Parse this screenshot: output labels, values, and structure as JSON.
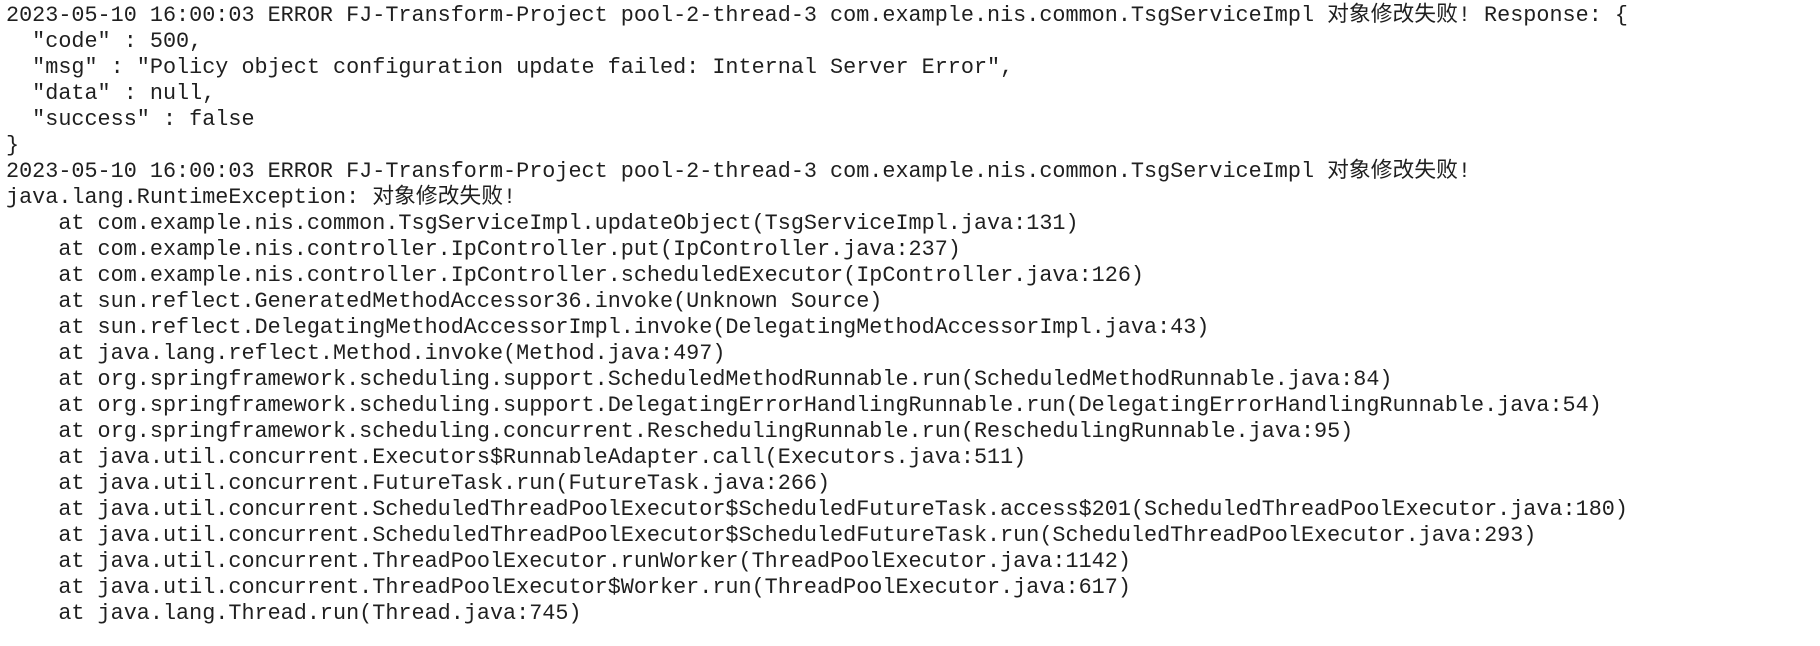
{
  "log_lines": [
    "2023-05-10 16:00:03 ERROR FJ-Transform-Project pool-2-thread-3 com.example.nis.common.TsgServiceImpl 对象修改失败! Response: {",
    "  \"code\" : 500,",
    "  \"msg\" : \"Policy object configuration update failed: Internal Server Error\",",
    "  \"data\" : null,",
    "  \"success\" : false",
    "}",
    "2023-05-10 16:00:03 ERROR FJ-Transform-Project pool-2-thread-3 com.example.nis.common.TsgServiceImpl 对象修改失败!",
    "java.lang.RuntimeException: 对象修改失败!",
    "    at com.example.nis.common.TsgServiceImpl.updateObject(TsgServiceImpl.java:131)",
    "    at com.example.nis.controller.IpController.put(IpController.java:237)",
    "    at com.example.nis.controller.IpController.scheduledExecutor(IpController.java:126)",
    "    at sun.reflect.GeneratedMethodAccessor36.invoke(Unknown Source)",
    "    at sun.reflect.DelegatingMethodAccessorImpl.invoke(DelegatingMethodAccessorImpl.java:43)",
    "    at java.lang.reflect.Method.invoke(Method.java:497)",
    "    at org.springframework.scheduling.support.ScheduledMethodRunnable.run(ScheduledMethodRunnable.java:84)",
    "    at org.springframework.scheduling.support.DelegatingErrorHandlingRunnable.run(DelegatingErrorHandlingRunnable.java:54)",
    "    at org.springframework.scheduling.concurrent.ReschedulingRunnable.run(ReschedulingRunnable.java:95)",
    "    at java.util.concurrent.Executors$RunnableAdapter.call(Executors.java:511)",
    "    at java.util.concurrent.FutureTask.run(FutureTask.java:266)",
    "    at java.util.concurrent.ScheduledThreadPoolExecutor$ScheduledFutureTask.access$201(ScheduledThreadPoolExecutor.java:180)",
    "    at java.util.concurrent.ScheduledThreadPoolExecutor$ScheduledFutureTask.run(ScheduledThreadPoolExecutor.java:293)",
    "    at java.util.concurrent.ThreadPoolExecutor.runWorker(ThreadPoolExecutor.java:1142)",
    "    at java.util.concurrent.ThreadPoolExecutor$Worker.run(ThreadPoolExecutor.java:617)",
    "    at java.lang.Thread.run(Thread.java:745)"
  ]
}
